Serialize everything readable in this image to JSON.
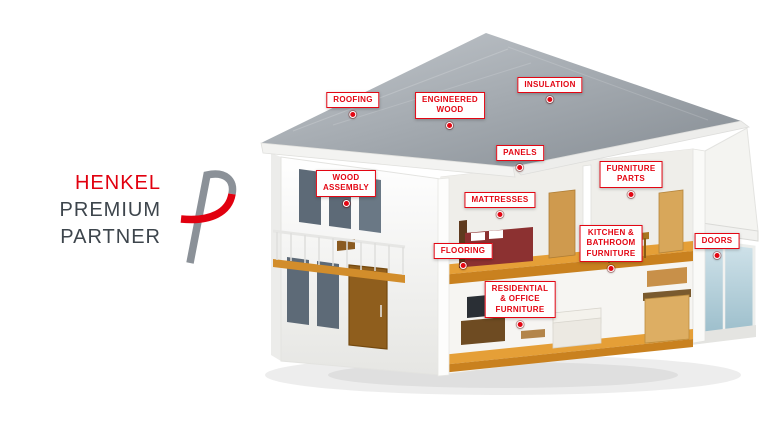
{
  "logo": {
    "brand": "HENKEL",
    "line2": "PREMIUM",
    "line3": "PARTNER",
    "colors": {
      "red": "#e1000f",
      "dark": "#3d454c",
      "gray": "#8b9198"
    }
  },
  "diagram": {
    "label_border_color": "#e30613",
    "label_text_color": "#e30613",
    "labels": [
      {
        "id": "roofing",
        "text": "ROOFING"
      },
      {
        "id": "engineered-wood",
        "text": "ENGINEERED\nWOOD"
      },
      {
        "id": "insulation",
        "text": "INSULATION"
      },
      {
        "id": "panels",
        "text": "PANELS"
      },
      {
        "id": "wood-assembly",
        "text": "WOOD\nASSEMBLY"
      },
      {
        "id": "furniture-parts",
        "text": "FURNITURE\nPARTS"
      },
      {
        "id": "mattresses",
        "text": "MATTRESSES"
      },
      {
        "id": "kitchen-bathroom-furniture",
        "text": "KITCHEN &\nBATHROOM\nFURNITURE"
      },
      {
        "id": "flooring",
        "text": "FLOORING"
      },
      {
        "id": "doors",
        "text": "DOORS"
      },
      {
        "id": "residential-office-furniture",
        "text": "RESIDENTIAL\n& OFFICE\nFURNITURE"
      }
    ]
  }
}
